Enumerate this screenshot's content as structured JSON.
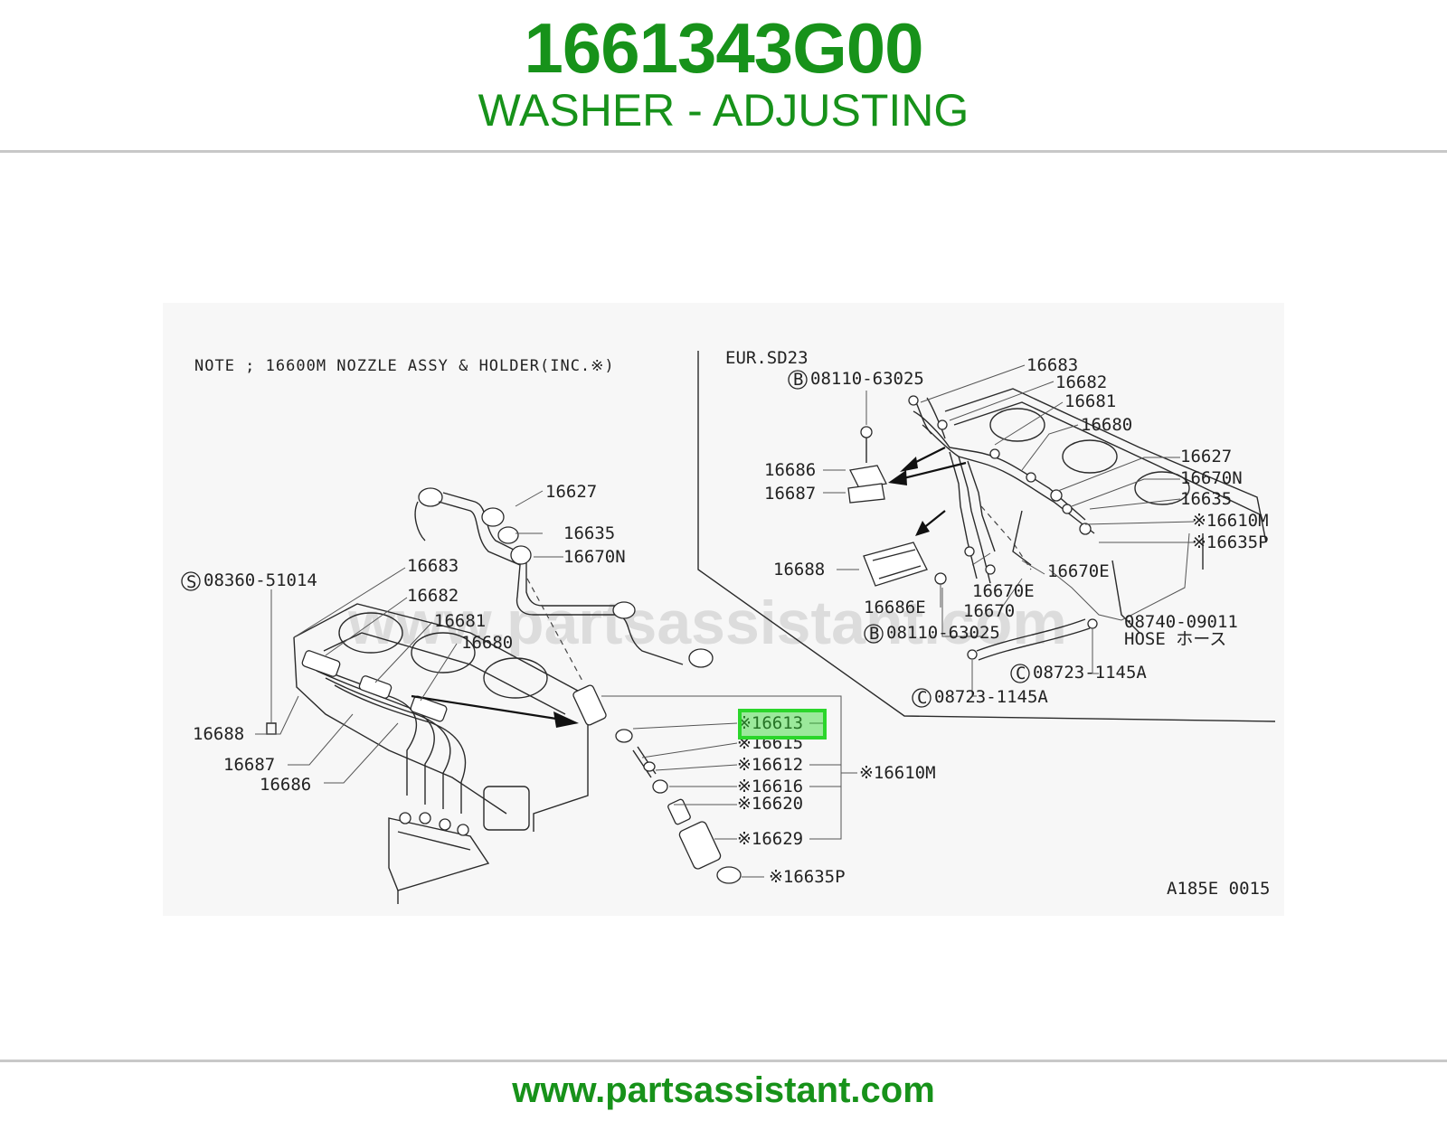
{
  "header": {
    "part_number": "1661343G00",
    "part_name": "WASHER - ADJUSTING"
  },
  "footer": {
    "url": "www.partsassistant.com"
  },
  "diagram": {
    "note": "NOTE ; 16600M NOZZLE ASSY & HOLDER(INC.※)",
    "watermark": "www.partsassistant.com",
    "figure_code": "A185E 0015",
    "highlight_color": "#2bd62b",
    "left_panel": {
      "labels": {
        "l16627": "16627",
        "l16635": "16635",
        "l16670N": "16670N",
        "l16683": "16683",
        "l08360": "08360-51014",
        "l16682": "16682",
        "l16681": "16681",
        "l16680": "16680",
        "l16688": "16688",
        "l16687": "16687",
        "l16686": "16686",
        "l16613": "※16613",
        "l16615": "※16615",
        "l16612": "※16612",
        "l16616": "※16616",
        "l16620": "※16620",
        "l16629": "※16629",
        "l16635P": "※16635P",
        "l16610M": "※16610M"
      },
      "circled": {
        "s": "S"
      }
    },
    "right_panel": {
      "title": "EUR.SD23",
      "labels": {
        "r16683": "16683",
        "r08110a": "08110-63025",
        "r16682": "16682",
        "r16681": "16681",
        "r16680": "16680",
        "r16686": "16686",
        "r16687": "16687",
        "r16627": "16627",
        "r16670N": "16670N",
        "r16635": "16635",
        "r16610M": "※16610M",
        "r16635P": "※16635P",
        "r16688": "16688",
        "r16670E1": "16670E",
        "r16670E2": "16670E",
        "r16686E": "16686E",
        "r16670": "16670",
        "r08740": "08740-09011",
        "r08110b": "08110-63025",
        "r08723a": "08723-1145A",
        "r08723b": "08723-1145A",
        "r_hose": "HOSE ホース"
      },
      "circled": {
        "b1": "B",
        "b2": "B",
        "c1": "C",
        "c2": "C"
      }
    }
  }
}
